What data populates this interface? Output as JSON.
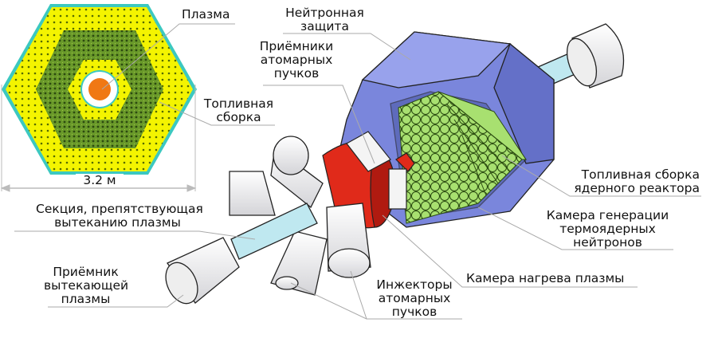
{
  "labels": {
    "plasma": "Плазма",
    "neutron_shield": [
      "Нейтронная",
      "защита"
    ],
    "beam_receivers": [
      "Приёмники",
      "атомарных",
      "пучков"
    ],
    "fuel_assembly": [
      "Топливная",
      "сборка"
    ],
    "dimension": "3.2 м",
    "section": [
      "Секция, препятствующая",
      "вытеканию плазмы"
    ],
    "plasma_receiver": [
      "Приёмник",
      "вытекающей",
      "плазмы"
    ],
    "injectors": [
      "Инжекторы",
      "атомарных",
      "пучков"
    ],
    "heating_chamber": "Камера нагрева плазмы",
    "reactor_fuel": [
      "Топливная сборка",
      "ядерного реактора"
    ],
    "neutron_chamber": [
      "Камера генерации",
      "термоядерных",
      "нейтронов"
    ]
  },
  "colors": {
    "plasma": "#f07814",
    "fuel_yellow": "#f4f400",
    "fuel_green": "#6a9a2a",
    "edge_cyan": "#3cc8c0",
    "shield": "#7a86dc",
    "rods": "#a8e070",
    "heating_ring": "#e02a1a",
    "pipe": "#bfe8f0"
  }
}
